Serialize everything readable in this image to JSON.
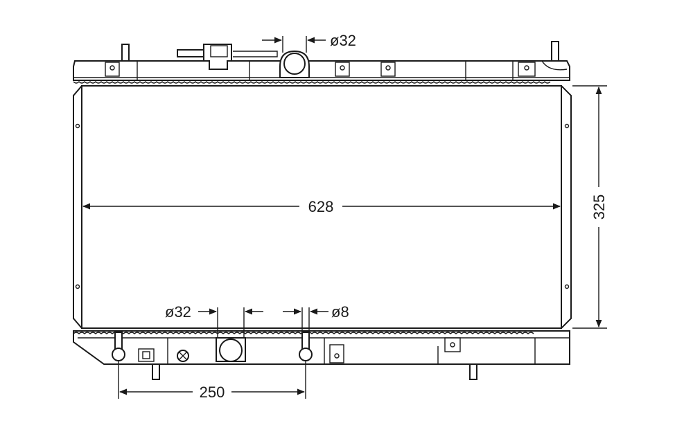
{
  "dimensions": {
    "top_inlet_diameter": "ø32",
    "core_width": "628",
    "core_height": "325",
    "bottom_outlet_diameter": "ø32",
    "drain_diameter": "ø8",
    "mount_spacing": "250"
  }
}
